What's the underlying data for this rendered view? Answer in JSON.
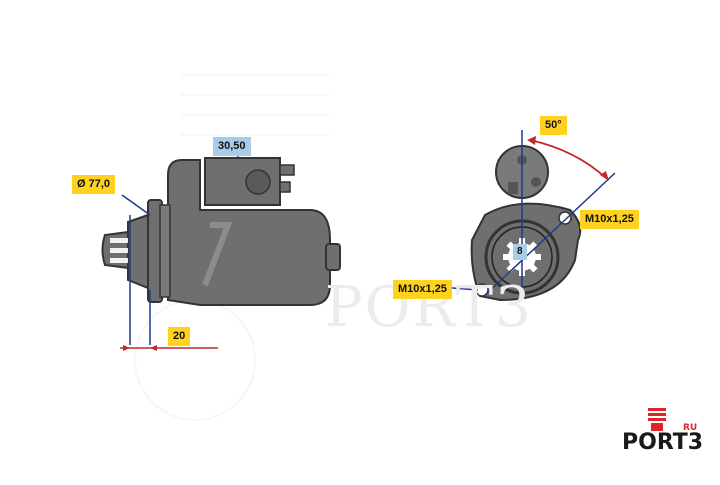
{
  "labels": {
    "dim_30_50": "30,50",
    "dim_diameter": "Ø 77,0",
    "dim_20": "20",
    "dim_50deg": "50°",
    "dim_m10_right": "M10x1,25",
    "dim_m10_left": "M10x1,25",
    "dim_8": "8"
  },
  "watermark": {
    "text": "PORT3"
  },
  "logo": {
    "brand": "PORT3",
    "suffix": "RU"
  },
  "colors": {
    "label_yellow": "#ffd21f",
    "label_blue": "#a9cbe8",
    "part_gray": "#6f6f6f",
    "dim_line_blue": "#1f3a8a",
    "dim_line_red": "#c0282c",
    "logo_red": "#e0242a"
  }
}
